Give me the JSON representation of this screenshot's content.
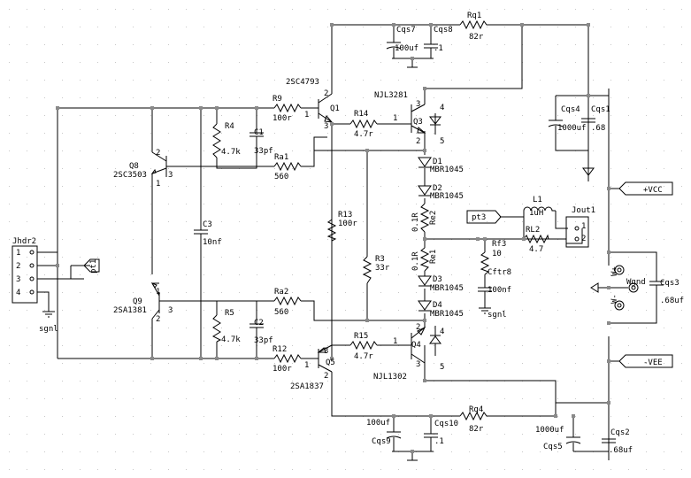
{
  "transistors": {
    "q1": {
      "ref": "Q1",
      "part": "2SC4793"
    },
    "q3": {
      "ref": "Q3",
      "part": "NJL3281"
    },
    "q8": {
      "ref": "Q8",
      "part": "2SC3503"
    },
    "q9": {
      "ref": "Q9",
      "part": "2SA1381"
    },
    "q5": {
      "ref": "Q5",
      "part": "2SA1837"
    },
    "q4": {
      "ref": "Q4",
      "part": "NJL1302"
    }
  },
  "pins": {
    "one": "1",
    "two": "2",
    "three": "3",
    "four": "4",
    "five": "5"
  },
  "resistors": {
    "r9": {
      "ref": "R9",
      "value": "100r"
    },
    "r14": {
      "ref": "R14",
      "value": "4.7r"
    },
    "r4": {
      "ref": "R4",
      "value": "4.7k"
    },
    "ra1": {
      "ref": "Ra1",
      "value": "560"
    },
    "r13": {
      "ref": "R13",
      "value": "100r"
    },
    "r3": {
      "ref": "R3",
      "value": "33r"
    },
    "ra2": {
      "ref": "Ra2",
      "value": "560"
    },
    "r5": {
      "ref": "R5",
      "value": "4.7k"
    },
    "r12": {
      "ref": "R12",
      "value": "100r"
    },
    "r15": {
      "ref": "R15",
      "value": "4.7r"
    },
    "rq1": {
      "ref": "Rq1",
      "value": "82r"
    },
    "rq4": {
      "ref": "Rq4",
      "value": "82r"
    },
    "re2": {
      "ref": "Re2",
      "value": "0.1R"
    },
    "re1": {
      "ref": "Re1",
      "value": "0.1R"
    },
    "rf3": {
      "ref": "Rf3",
      "value": "10"
    },
    "rl2": {
      "ref": "RL2",
      "value": "4.7"
    }
  },
  "capacitors": {
    "c1": {
      "ref": "C1",
      "value": "33pf"
    },
    "c2": {
      "ref": "C2",
      "value": "33pf"
    },
    "c3": {
      "ref": "C3",
      "value": "10nf"
    },
    "cqs7": {
      "ref": "Cqs7",
      "value": "100uf"
    },
    "cqs8": {
      "ref": "Cqs8",
      "value": ".1"
    },
    "cqs4": {
      "ref": "Cqs4",
      "value": "1000uf"
    },
    "cqs1": {
      "ref": "Cqs1",
      "value": ".68"
    },
    "cqs3": {
      "ref": "Cqs3",
      "value": ".68uf"
    },
    "cftr8": {
      "ref": "Cftr8",
      "value": "100nf"
    },
    "cqs9": {
      "ref": "Cqs9",
      "value": "100uf"
    },
    "cqs10": {
      "ref": "Cqs10",
      "value": ".1"
    },
    "cqs5": {
      "ref": "Cqs5",
      "value": "1000uf"
    },
    "cqs2": {
      "ref": "Cqs2",
      "value": ".68uf"
    }
  },
  "diodes": {
    "d1": {
      "ref": "D1",
      "part": "MBR1045"
    },
    "d2": {
      "ref": "D2",
      "part": "MBR1045"
    },
    "d3": {
      "ref": "D3",
      "part": "MBR1045"
    },
    "d4": {
      "ref": "D4",
      "part": "MBR1045"
    }
  },
  "inductor": {
    "ref": "L1",
    "value": "1uH"
  },
  "connectors": {
    "jhdr2": {
      "ref": "Jhdr2",
      "pins": [
        "1",
        "2",
        "3",
        "4"
      ]
    },
    "jout1": {
      "ref": "Jout1",
      "pins": [
        "1",
        "2"
      ]
    }
  },
  "ports": {
    "pt3": "pt3",
    "pt1": "pt1",
    "vcc": "+VCC",
    "vee": "-VEE"
  },
  "supply_labels": {
    "wgnd": "Wgnd",
    "wplus": "W+",
    "wminus": "W-"
  },
  "grounds": {
    "left": "sgnl",
    "center": "sgnl"
  }
}
